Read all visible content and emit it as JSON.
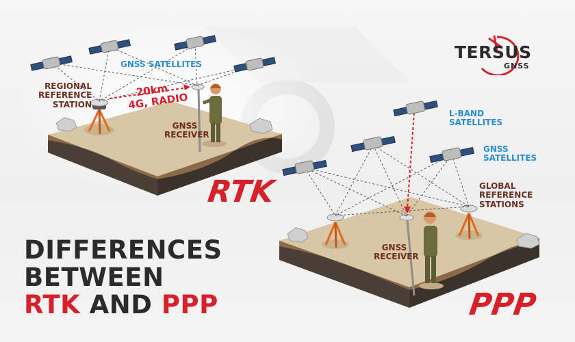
{
  "brand": {
    "name": "TERSUS",
    "sub": "GNSS",
    "accent": "#d8202a"
  },
  "rtk": {
    "label": "RTK",
    "gnss_satellites": "GNSS SATELLITES",
    "station": [
      "REGIONAL",
      "REFERENCE",
      "STATION"
    ],
    "link": [
      "20km",
      "4G, RADIO"
    ],
    "receiver": [
      "GNSS",
      "RECEIVER"
    ]
  },
  "ppp": {
    "label": "PPP",
    "lband": [
      "L-BAND",
      "SATELLITES"
    ],
    "gnss_satellites": [
      "GNSS",
      "SATELLITES"
    ],
    "global": [
      "GLOBAL",
      "REFERENCE",
      "STATIONS"
    ],
    "receiver": [
      "GNSS",
      "RECEIVER"
    ]
  },
  "headline": {
    "line1": "DIFFERENCES",
    "line2": "BETWEEN",
    "line3_a": "RTK",
    "line3_b": "AND",
    "line3_c": "PPP"
  },
  "colors": {
    "title": "#2b2b2b",
    "blue_label": "#2a8fd0",
    "brown_label": "#6b2f1f",
    "ground_top": "#d8c5a3",
    "soil": "#3d352e"
  }
}
